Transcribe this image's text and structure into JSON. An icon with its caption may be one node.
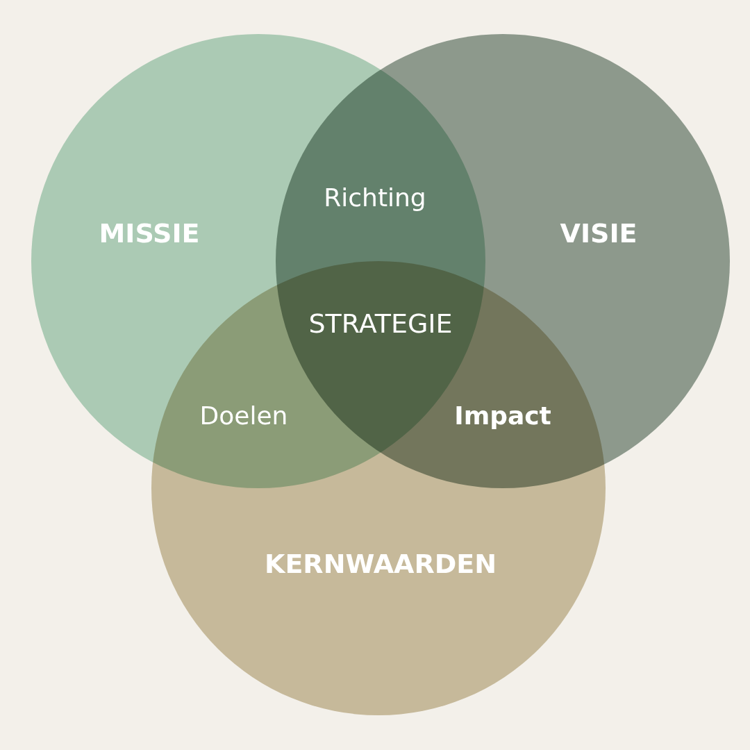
{
  "diagram": {
    "nodes": [
      {
        "text": [
          "MISSIE"
        ]
      },
      {
        "text": [
          "VISIE"
        ]
      },
      {
        "text": [
          "KERNWAARDEN"
        ]
      }
    ],
    "labels": [
      "Richting",
      "STRATEGIE",
      "Doelen",
      "Impact"
    ]
  }
}
